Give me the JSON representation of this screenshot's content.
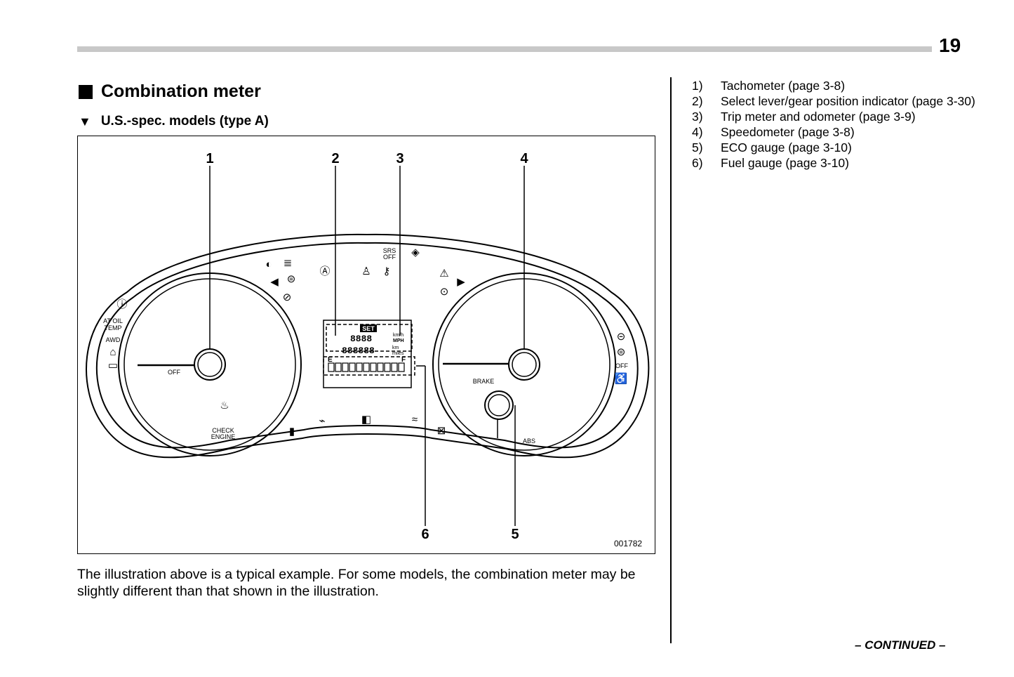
{
  "page": {
    "number": "19",
    "continued": "– CONTINUED –"
  },
  "section": {
    "title": "Combination meter"
  },
  "subsection": {
    "title": "U.S.-spec. models (type A)"
  },
  "figure": {
    "callouts": [
      "1",
      "2",
      "3",
      "4",
      "5",
      "6"
    ],
    "code": "001782",
    "labels": {
      "at_oil_temp_1": "AT OIL",
      "at_oil_temp_2": "TEMP",
      "awd": "AWD",
      "check_engine_1": "CHECK",
      "check_engine_2": "ENGINE",
      "brake": "BRAKE",
      "abs": "ABS",
      "srs_off_1": "SRS",
      "srs_off_2": "OFF",
      "vdc_off": "OFF",
      "lcd_set": "SET",
      "lcd_odo_digits": "888888",
      "lcd_trip_digits": "8888",
      "lcd_unit_top": "km/h",
      "lcd_unit_mph": "MPH",
      "lcd_unit_km": "km",
      "lcd_unit_miles": "miles",
      "fuel_empty": "E",
      "fuel_full": "F",
      "eco_off": "OFF"
    }
  },
  "caption": "The illustration above is a typical example. For some models, the combination meter may be slightly different than that shown in the illustration.",
  "legend": [
    {
      "num": "1)",
      "text": "Tachometer (page 3-8)"
    },
    {
      "num": "2)",
      "text": "Select lever/gear position indicator (page 3-30)"
    },
    {
      "num": "3)",
      "text": "Trip meter and odometer (page 3-9)"
    },
    {
      "num": "4)",
      "text": "Speedometer (page 3-8)"
    },
    {
      "num": "5)",
      "text": "ECO gauge (page 3-10)"
    },
    {
      "num": "6)",
      "text": "Fuel gauge (page 3-10)"
    }
  ]
}
